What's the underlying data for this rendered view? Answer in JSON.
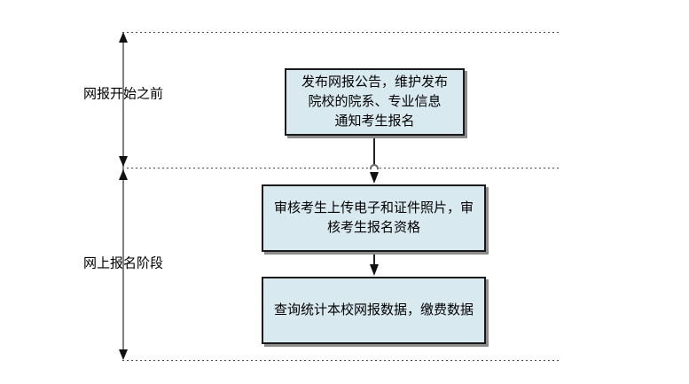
{
  "diagram": {
    "type": "flowchart",
    "background_color": "#ffffff",
    "axis_line_color": "#808080",
    "arrow_color": "#111111",
    "box_fill_color": "#d9e9f0",
    "box_border_color": "#1a1a1a",
    "box_shadow_color": "#8c8c8c",
    "phases": [
      {
        "label": "网报开始之前"
      },
      {
        "label": "网上报名阶段"
      }
    ],
    "boxes": [
      {
        "text": "发布网报公告，维护发布\n院校的院系、专业信息\n通知考生报名"
      },
      {
        "text": "审核考生上传电子和证件照片，审\n核考生报名资格"
      },
      {
        "text": "查询统计本校网报数据，缴费数据"
      }
    ]
  }
}
